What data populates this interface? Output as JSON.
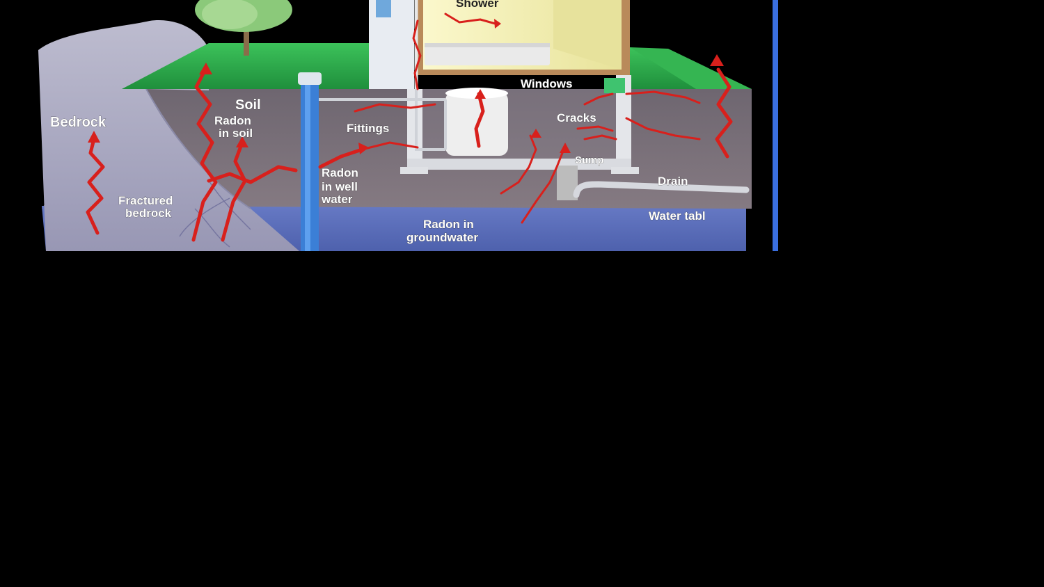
{
  "labels": {
    "shower": "Shower",
    "windows": "Windows",
    "soil": "Soil",
    "bedrock": "Bedrock",
    "radon_in_soil_1": "Radon",
    "radon_in_soil_2": "in soil",
    "fittings": "Fittings",
    "cracks": "Cracks",
    "sump": "Sump",
    "radon_well_1": "Radon",
    "radon_well_2": "in well",
    "radon_well_3": "water",
    "drain": "Drain",
    "fractured_1": "Fractured",
    "fractured_2": "bedrock",
    "water_table": "Water tabl",
    "groundwater_1": "Radon in",
    "groundwater_2": "groundwater"
  },
  "colors": {
    "background": "#000000",
    "grass": "#2fa84a",
    "soil": "#7a7178",
    "bedrock": "#a9a8c2",
    "groundwater": "#5b6fb8",
    "radon_arrow": "#d8201c",
    "well_pipe": "#3b7fd6",
    "room": "#f3f0b5",
    "frame_edge": "#3a6fe0"
  }
}
